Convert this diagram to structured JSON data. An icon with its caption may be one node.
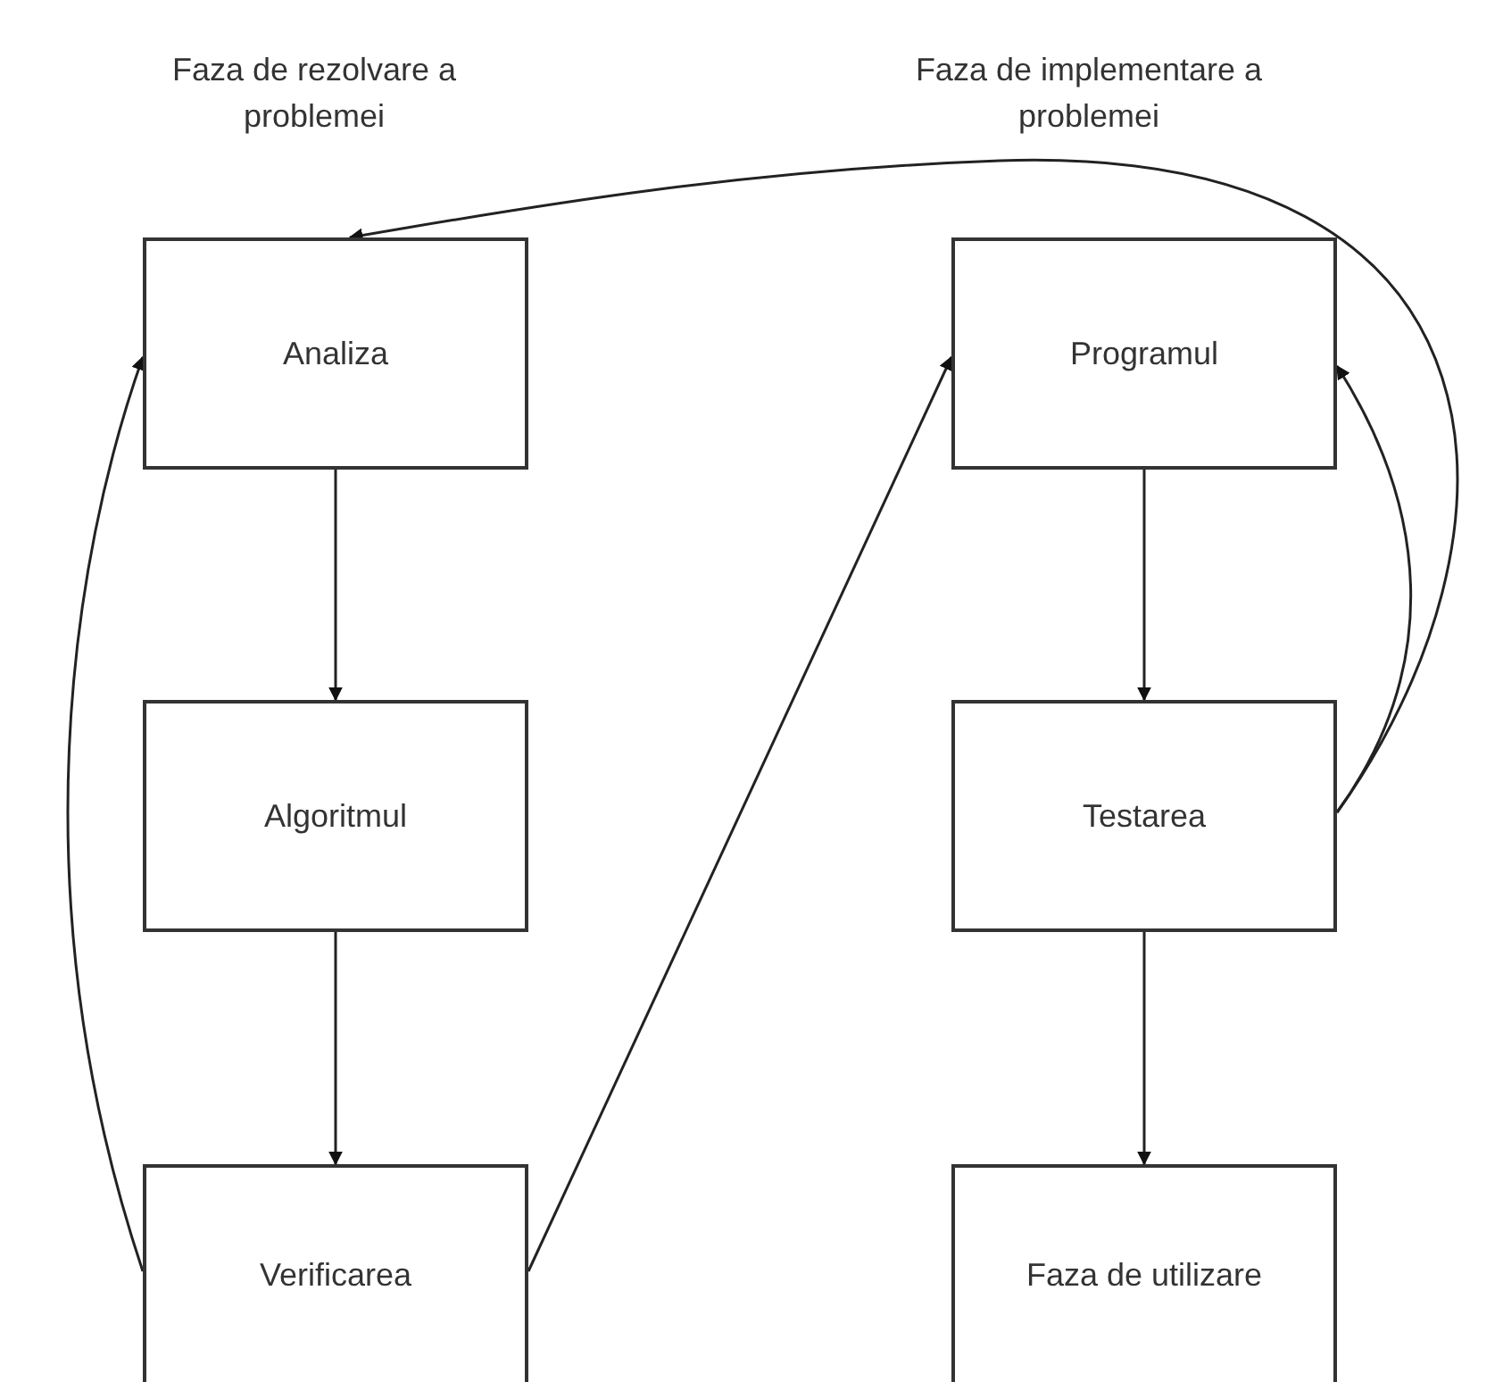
{
  "diagram": {
    "nodes": [
      {
        "text": [
          "Analiza"
        ]
      },
      {
        "text": [
          "Algoritmul"
        ]
      },
      {
        "text": [
          "Verificarea"
        ]
      },
      {
        "text": [
          "Programul"
        ]
      },
      {
        "text": [
          "Testarea"
        ]
      },
      {
        "text": [
          "Faza de utilizare"
        ]
      }
    ],
    "edges": [
      {
        "from": 0,
        "to": 1,
        "arrow": "to"
      },
      {
        "from": 1,
        "to": 2,
        "arrow": "to"
      },
      {
        "from": 2,
        "to": 0,
        "arrow": "to"
      },
      {
        "from": 2,
        "to": 3,
        "arrow": "to"
      },
      {
        "from": 3,
        "to": 4,
        "arrow": "to"
      },
      {
        "from": 4,
        "to": 3,
        "arrow": "to"
      },
      {
        "from": 4,
        "to": 0,
        "arrow": "to"
      },
      {
        "from": 4,
        "to": 5,
        "arrow": "to"
      }
    ],
    "labels": [
      "Faza de rezolvare a problemei",
      "Faza de implementare a problemei"
    ]
  }
}
